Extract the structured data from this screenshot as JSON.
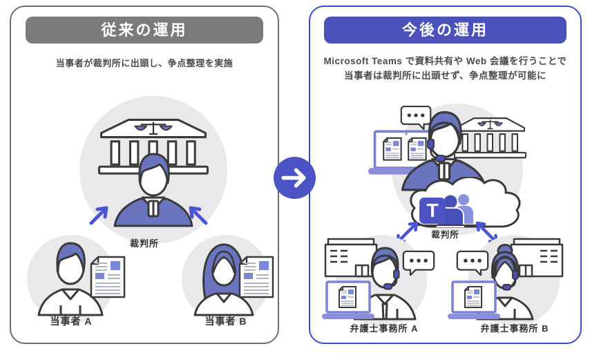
{
  "left_panel": {
    "title": "従来の運用",
    "subtitle": "当事者が裁判所に出頭し、争点整理を実施",
    "court_label": "裁判所",
    "party_a_label": "当事者 A",
    "party_b_label": "当事者 B"
  },
  "right_panel": {
    "title": "今後の運用",
    "subtitle_line1": "Microsoft Teams で資料共有や Web 会議を行うことで",
    "subtitle_line2": "当事者は裁判所に出頭せず、争点整理が可能に",
    "court_label": "裁判所",
    "office_a_label": "弁護士事務所 A",
    "office_b_label": "弁護士事務所 B",
    "teams_logo_letter": "T"
  },
  "colors": {
    "header_gray": "#7b7b7b",
    "header_blue": "#4a51ba",
    "panel_border_gray": "#6e6e6e",
    "panel_border_blue": "#3f48c8",
    "figure_purple": "#6b74bf",
    "doc_purple": "#7b86d4",
    "arrow_blue": "#4a55d4",
    "teams_purple": "#4e55c2",
    "circle_gray": "#e9e9eb",
    "mid_arrow_circle": "#4c54c5"
  }
}
